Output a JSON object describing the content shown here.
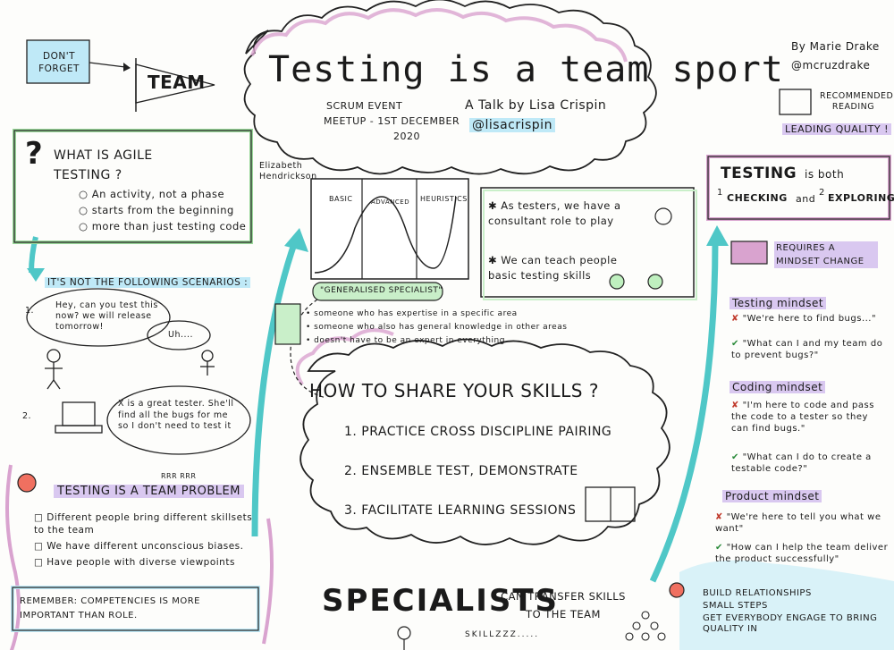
{
  "dont_forget": {
    "label": "DON'T FORGET",
    "flag": "TEAM"
  },
  "title": {
    "main": "Testing is a team sport",
    "event": "SCRUM EVENT",
    "meetup": "MEETUP - 1ST DECEMBER",
    "year": "2020",
    "talk_by": "A Talk by Lisa Crispin",
    "handle": "@lisacrispin"
  },
  "author": {
    "by": "By Marie Drake",
    "handle": "@mcruzdrake"
  },
  "reading": {
    "label": "RECOMMENDED READING",
    "book": "LEADING QUALITY !"
  },
  "what_is": {
    "heading": "WHAT IS AGILE TESTING ?",
    "items": [
      "An activity, not a phase",
      "starts from the beginning",
      "more than just testing code"
    ]
  },
  "not_scenarios": {
    "heading": "IT'S NOT THE FOLLOWING SCENARIOS :",
    "s1_num": "1.",
    "s1_bubble": "Hey, can you test this now? we will release tomorrow!",
    "s1_reply": "Uh....",
    "s2_num": "2.",
    "s2_bubble": "X is a great tester. She'll find all the bugs for me so I don't need to test it"
  },
  "team_problem": {
    "rarr": "RRR RRR",
    "heading": "TESTING IS A TEAM PROBLEM",
    "items": [
      "Different people bring different skillsets to the team",
      "We have different unconscious biases.",
      "Have people with diverse viewpoints"
    ],
    "remember": "REMEMBER: COMPETENCIES IS MORE IMPORTANT THAN ROLE."
  },
  "chart": {
    "credit": "Elizabeth Hendrickson",
    "labels": [
      "BASIC",
      "ADVANCED",
      "HEURISTICS"
    ],
    "caption": "\"GENERALISED SPECIALIST\"",
    "bullets": [
      "someone who has expertise in a specific area",
      "someone who also has general knowledge in other areas",
      "doesn't have to be an expert in everything"
    ]
  },
  "consultant": {
    "items": [
      "As testers, we have a consultant role to play",
      "We can teach people basic testing skills"
    ]
  },
  "share": {
    "heading": "HOW TO SHARE YOUR SKILLS ?",
    "items": [
      "1. PRACTICE CROSS DISCIPLINE PAIRING",
      "2. ENSEMBLE TEST, DEMONSTRATE",
      "3. FACILITATE LEARNING SESSIONS"
    ]
  },
  "specialists": {
    "word": "SPECIALISTS",
    "text": "CAN TRANSFER SKILLS TO THE TEAM",
    "skillz": "SKILLZZZ....."
  },
  "testing_both": {
    "prefix": "TESTING",
    "mid": "is both",
    "n1": "1",
    "checking": "CHECKING",
    "and": "and",
    "n2": "2",
    "exploring": "EXPLORING"
  },
  "mindset": {
    "heading": "REQUIRES A MINDSET CHANGE",
    "sections": [
      {
        "title": "Testing mindset",
        "bad": "\"We're here to find bugs...\"",
        "good": "\"What can I and my team do to prevent bugs?\""
      },
      {
        "title": "Coding mindset",
        "bad": "\"I'm here to code and pass the code to a tester so they can find bugs.\"",
        "good": "\"What can I do to create a testable code?\""
      },
      {
        "title": "Product mindset",
        "bad": "\"We're here to tell you what we want\"",
        "good": "\"How can I help the team deliver the product successfully\""
      }
    ]
  },
  "bottom_right": {
    "items": [
      "BUILD RELATIONSHIPS",
      "SMALL STEPS",
      "GET EVERYBODY ENGAGE TO BRING QUALITY IN"
    ]
  },
  "colors": {
    "purple": "#d9c8f0",
    "green": "#c9efc9",
    "blue": "#bfe9f7",
    "pink_outline": "#d9a3cf",
    "teal_arrow": "#4fc7c7"
  }
}
